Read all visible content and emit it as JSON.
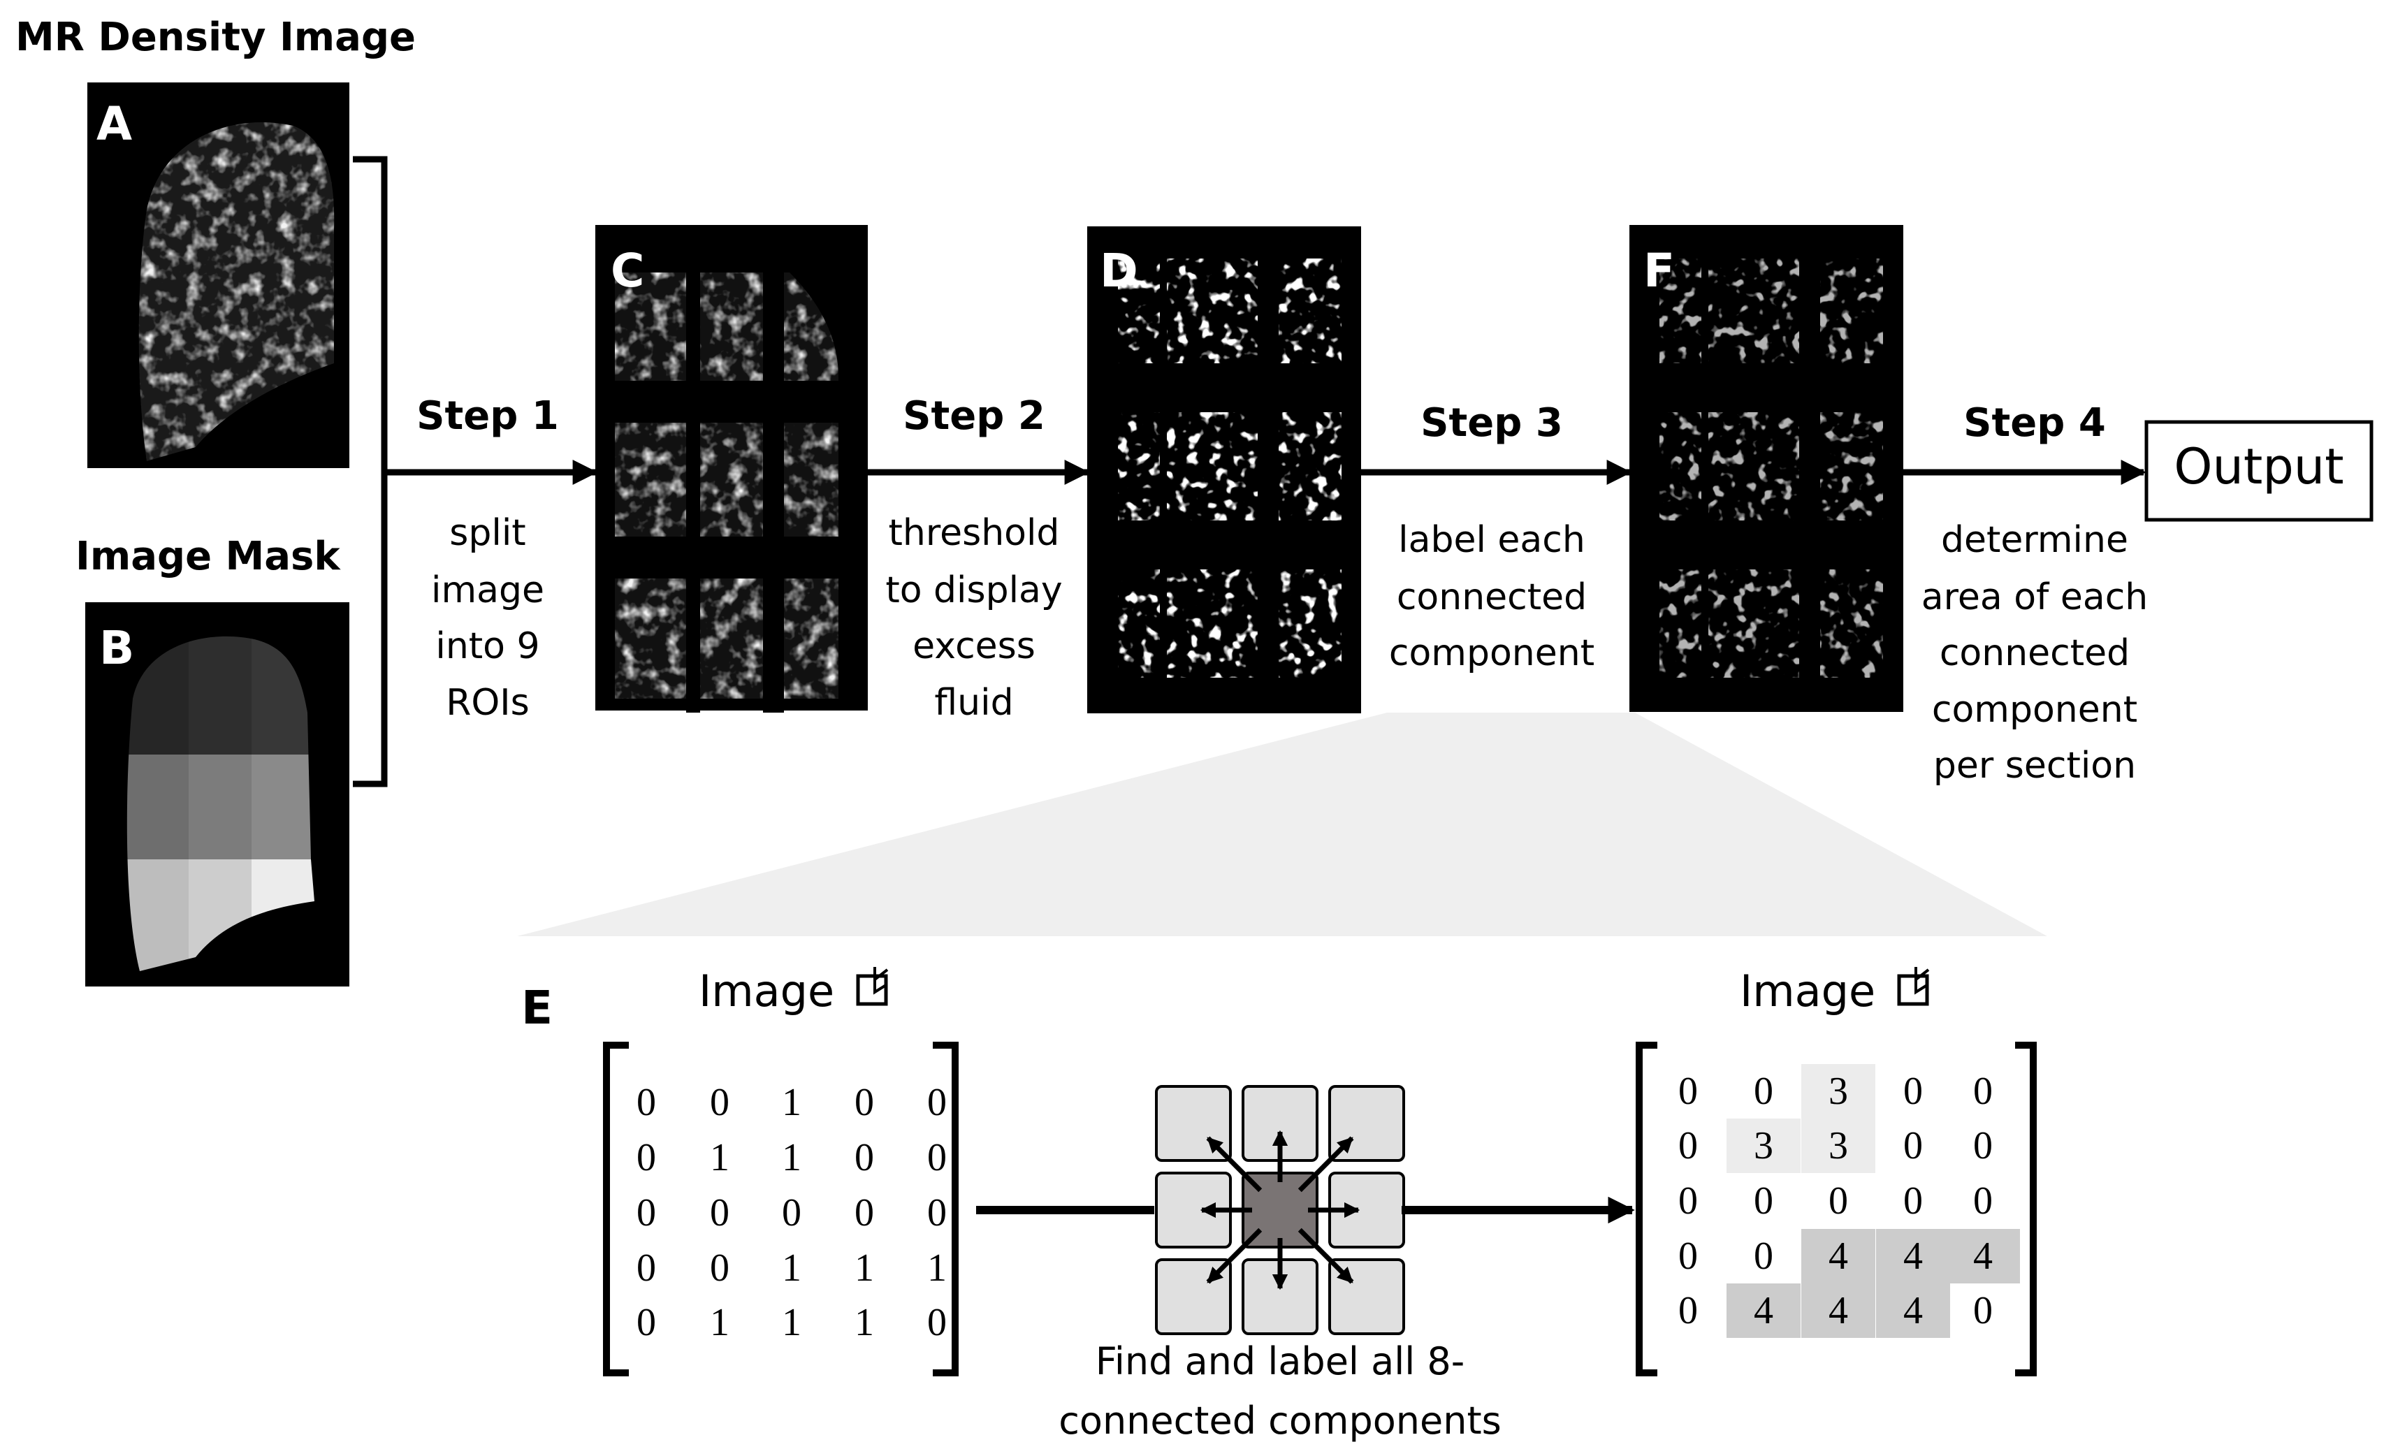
{
  "title_density": "MR Density Image",
  "title_mask": "Image Mask",
  "panels": {
    "A": "A",
    "B": "B",
    "C": "C",
    "D": "D",
    "E": "E",
    "F": "F"
  },
  "steps": [
    {
      "label": "Step 1",
      "desc": [
        "split",
        "image",
        "into 9",
        "ROIs"
      ]
    },
    {
      "label": "Step 2",
      "desc": [
        "threshold",
        "to display",
        "excess",
        "fluid"
      ]
    },
    {
      "label": "Step 3",
      "desc": [
        "label each",
        "connected",
        "component"
      ]
    },
    {
      "label": "Step 4",
      "desc": [
        "determine",
        "area of each",
        "connected",
        "component",
        "per section"
      ]
    }
  ],
  "output_label": "Output",
  "matrix_in_title": "Image",
  "matrix_out_title": "Image",
  "matrix_in": [
    [
      "0",
      "0",
      "1",
      "0",
      "0"
    ],
    [
      "0",
      "1",
      "1",
      "0",
      "0"
    ],
    [
      "0",
      "0",
      "0",
      "0",
      "0"
    ],
    [
      "0",
      "0",
      "1",
      "1",
      "1"
    ],
    [
      "0",
      "1",
      "1",
      "1",
      "0"
    ]
  ],
  "matrix_out": [
    [
      "0",
      "0",
      "3",
      "0",
      "0"
    ],
    [
      "0",
      "3",
      "3",
      "0",
      "0"
    ],
    [
      "0",
      "0",
      "0",
      "0",
      "0"
    ],
    [
      "0",
      "0",
      "4",
      "4",
      "4"
    ],
    [
      "0",
      "4",
      "4",
      "4",
      "0"
    ]
  ],
  "caption_e": [
    "Find and label all 8-",
    "connected components"
  ],
  "colors": {
    "black": "#000000",
    "center_cell": "#7a7474",
    "neighbor_cell": "#e0e0e0",
    "highlight_3": "#ececec",
    "highlight_4": "#cccccc",
    "zoom_fan": "#efefef"
  }
}
